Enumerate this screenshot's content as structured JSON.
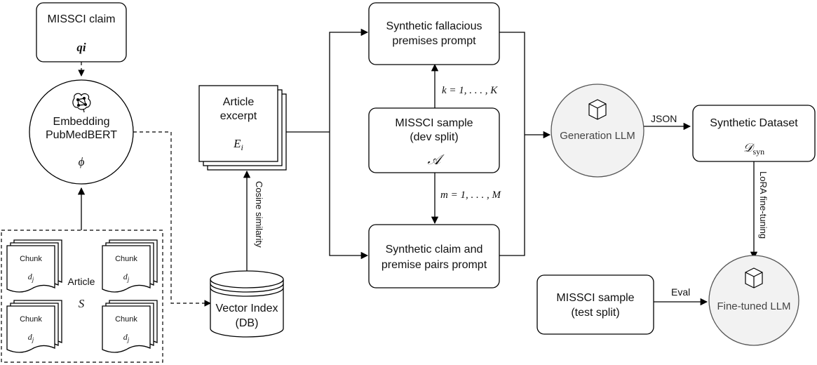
{
  "nodes": {
    "missci_claim": {
      "title": "MISSCI claim",
      "symbol": "qi"
    },
    "embedding": {
      "line1": "Embedding",
      "line2": "PubMedBERT",
      "symbol": "ϕ"
    },
    "article_group": {
      "label": "Article",
      "symbol": "S",
      "chunks": [
        {
          "title": "Chunk",
          "symbol": "d",
          "sub": "j"
        },
        {
          "title": "Chunk",
          "symbol": "d",
          "sub": "j"
        },
        {
          "title": "Chunk",
          "symbol": "d",
          "sub": "j"
        },
        {
          "title": "Chunk",
          "symbol": "d",
          "sub": "j"
        }
      ]
    },
    "article_excerpt": {
      "line1": "Article",
      "line2": "excerpt",
      "symbol": "E",
      "sub": "i"
    },
    "vector_index": {
      "line1": "Vector Index",
      "line2": "(DB)"
    },
    "fallacious_prompt": {
      "line1": "Synthetic fallacious",
      "line2": "premises prompt"
    },
    "dev_sample": {
      "line1": "MISSCI sample",
      "line2": "(dev split)",
      "symbol": "𝒜"
    },
    "claim_prompt": {
      "line1": "Synthetic claim and",
      "line2": "premise pairs prompt"
    },
    "generation_llm": {
      "label": "Generation LLM"
    },
    "synthetic_dataset": {
      "title": "Synthetic Dataset",
      "symbol": "𝒟",
      "sub": "syn"
    },
    "test_sample": {
      "line1": "MISSCI sample",
      "line2": "(test split)"
    },
    "finetuned_llm": {
      "label": "Fine-tuned LLM"
    }
  },
  "edges": {
    "cosine_similarity": "Cosine similarity",
    "k_range": "k = 1, . . . , K",
    "m_range": "m = 1, . . . , M",
    "json": "JSON",
    "lora": "LoRA fine-tuning",
    "eval": "Eval"
  },
  "icons": [
    "brain-network-icon",
    "cube-icon",
    "cube-icon"
  ]
}
